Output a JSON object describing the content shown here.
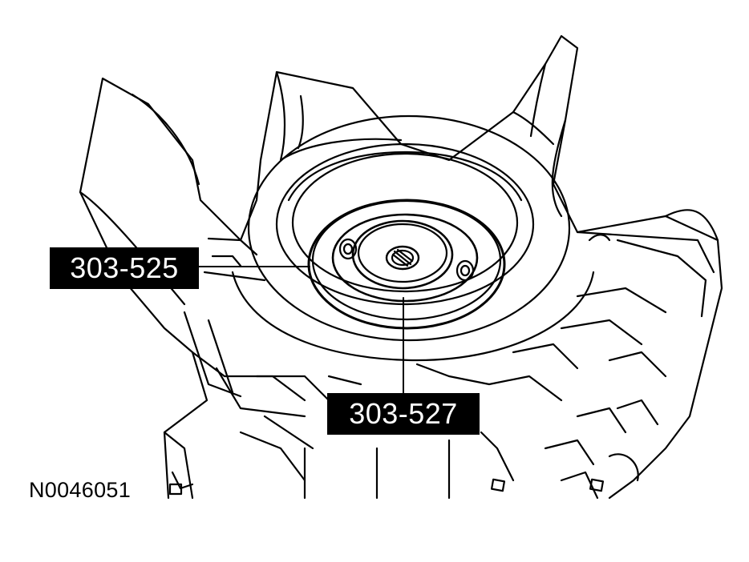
{
  "callouts": [
    {
      "label": "303-525"
    },
    {
      "label": "303-527"
    }
  ],
  "figure_id": "N0046051",
  "colors": {
    "line": "#000000",
    "label_bg": "#000000",
    "label_text": "#ffffff",
    "background": "#ffffff"
  }
}
